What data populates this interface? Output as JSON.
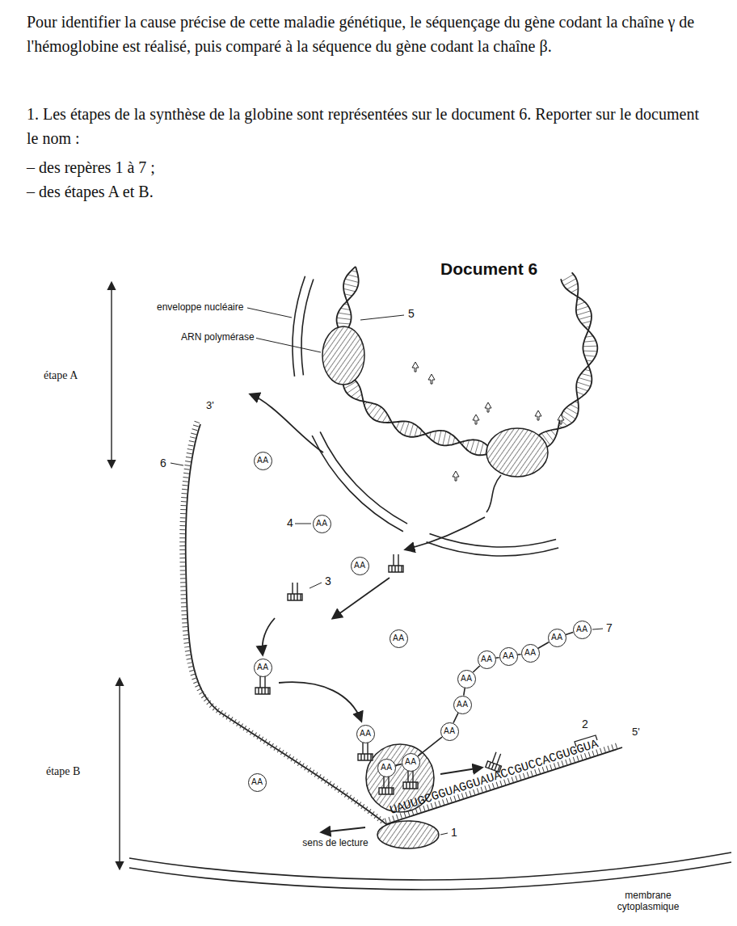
{
  "diagram": {
    "title": "Document 6",
    "nodes": [
      {
        "text": [
          "AA"
        ]
      },
      {
        "text": [
          "AA"
        ]
      },
      {
        "text": [
          "AA"
        ]
      },
      {
        "text": [
          "AA"
        ]
      },
      {
        "text": [
          "AA"
        ]
      },
      {
        "text": [
          "AA"
        ]
      },
      {
        "text": [
          "AA"
        ]
      },
      {
        "text": [
          "AA"
        ]
      },
      {
        "text": [
          "AA"
        ]
      },
      {
        "text": [
          "AA"
        ]
      },
      {
        "text": [
          "AA"
        ]
      },
      {
        "text": [
          "AA"
        ]
      },
      {
        "text": [
          "AA"
        ]
      },
      {
        "text": [
          "AA"
        ]
      },
      {
        "text": [
          "AA"
        ]
      },
      {
        "text": [
          "AA"
        ]
      },
      {
        "text": [
          "AA"
        ]
      }
    ],
    "edges": [
      {
        "from": 7,
        "to": 8,
        "arrow": "none"
      },
      {
        "from": 8,
        "to": 9,
        "arrow": "none"
      },
      {
        "from": 9,
        "to": 10,
        "arrow": "none"
      },
      {
        "from": 10,
        "to": 11,
        "arrow": "none"
      },
      {
        "from": 11,
        "to": 12,
        "arrow": "none"
      },
      {
        "from": 12,
        "to": 13,
        "arrow": "none"
      },
      {
        "from": 13,
        "to": 14,
        "arrow": "none"
      },
      {
        "from": 14,
        "to": 15,
        "arrow": "none"
      },
      {
        "from": 15,
        "to": 16,
        "arrow": "none"
      }
    ],
    "labels": [
      "Pour identifier la cause précise de cette maladie génétique, le séquençage du gène codant la chaîne γ de l'hémoglobine est réalisé, puis comparé à la séquence du gène codant la chaîne β.",
      "1. Les étapes de la synthèse de la globine sont représentées sur le document 6. Reporter sur le document le nom :",
      "– des repères 1 à 7 ;",
      "– des étapes A et B.",
      "enveloppe nucléaire",
      "ARN polymérase",
      "5",
      "étape A",
      "3'",
      "6",
      "4",
      "3",
      "7",
      "2",
      "5'",
      "étape B",
      "UAUUGCGGUAGGUAUACCGUCCACGUGGUA",
      "sens de lecture",
      "1",
      "membrane cytoplasmique"
    ]
  }
}
